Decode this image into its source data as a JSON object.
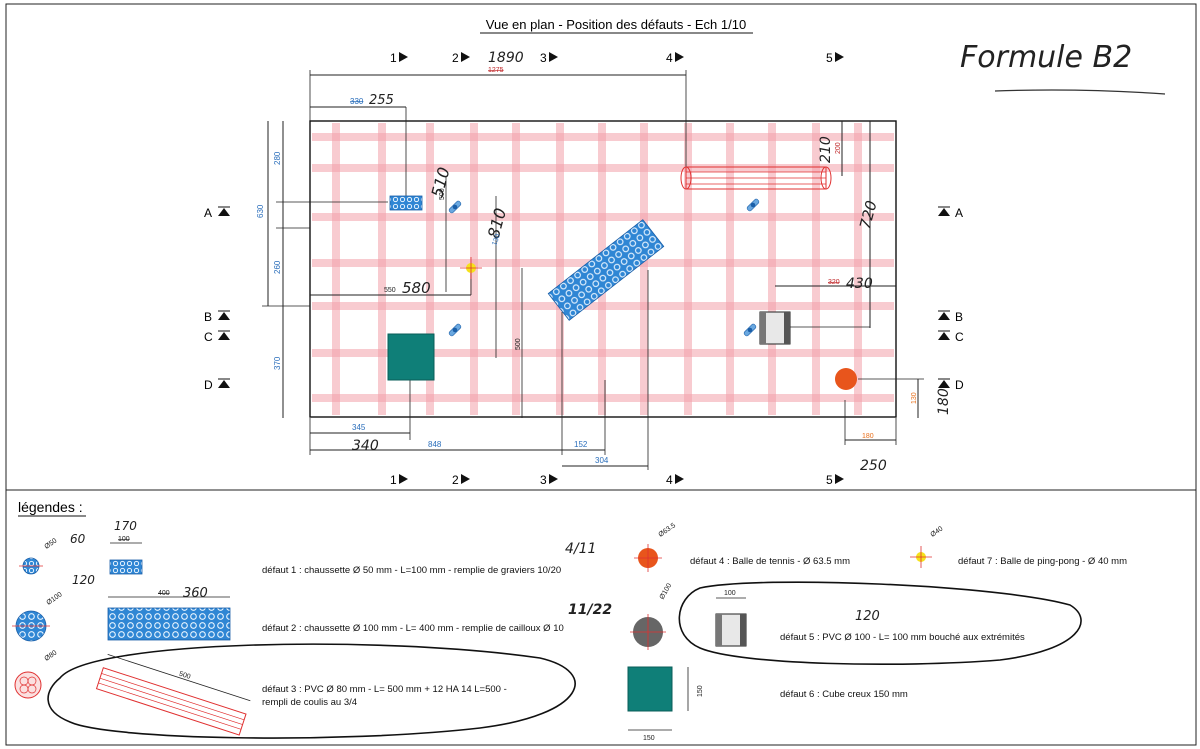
{
  "title": "Vue en plan - Position des défauts - Ech 1/10",
  "handwritten_title": "Formule B2",
  "markers": {
    "top": [
      "1",
      "2",
      "3",
      "4",
      "5"
    ],
    "bottom": [
      "1",
      "2",
      "3",
      "4",
      "5"
    ],
    "left": [
      "A",
      "B",
      "C",
      "D"
    ],
    "right": [
      "A",
      "B",
      "C",
      "D"
    ]
  },
  "dimensions": {
    "overall_printed": "1275",
    "overall_hand": "1890",
    "d330": "330",
    "d330_hand": "255",
    "d510_hand": "510",
    "d500a": "500",
    "d280": "280",
    "d630": "630",
    "d260": "260",
    "d370": "370",
    "d810_hand": "810",
    "d130_hand": "130",
    "d550": "550",
    "d550_hand": "580",
    "d500b": "500",
    "d345": "345",
    "d345_hand": "340",
    "d848": "848",
    "d152": "152",
    "d304": "304",
    "d200": "200",
    "d200_hand": "210",
    "d320": "320",
    "d320_hand": "430",
    "d720_hand": "720",
    "d130b": "130",
    "d130b_hand": "180",
    "d180": "180",
    "d250_hand": "250"
  },
  "legend": {
    "heading": "légendes :",
    "d1_text": "défaut 1 : chaussette Ø 50 mm - L=100 mm - remplie de graviers 10/20",
    "d1_note": "4/11",
    "d1_dia": "Ø50",
    "d1_dia_hand": "60",
    "d1_len": "100",
    "d1_len_hand": "170",
    "d2_text": "défaut 2 : chaussette Ø 100 mm - L= 400 mm - remplie de cailloux Ø 10",
    "d2_note": "11/22",
    "d2_dia": "Ø100",
    "d2_dia_hand": "120",
    "d2_len": "400",
    "d2_len_hand": "360",
    "d3_text_line1": "défaut 3 : PVC Ø 80 mm - L= 500 mm + 12 HA 14 L=500 -",
    "d3_text_line2": "rempli de coulis au 3/4",
    "d3_dia": "Ø80",
    "d3_len": "500",
    "d4_text": "défaut 4 : Balle de tennis - Ø 63.5 mm",
    "d4_dia": "Ø63.5",
    "d5_text": "défaut 5 : PVC Ø 100 - L= 100 mm bouché aux extrémités",
    "d5_dia": "Ø100",
    "d5_len": "100",
    "d5_hand": "120",
    "d6_text": "défaut 6 : Cube creux 150 mm",
    "d6_w": "150",
    "d6_h": "150",
    "d7_text": "défaut 7 : Balle de ping-pong - Ø 40 mm",
    "d7_dia": "Ø40"
  },
  "colors": {
    "rebar": "#f2a0aa",
    "dim_blue": "#2a6ebb",
    "defect_blue": "#2f86d4",
    "cube_teal": "#0f7f78",
    "tennis_orange": "#e8551c",
    "pingpong_yellow": "#f5e21a",
    "pvc_red": "#e03030",
    "hand_red": "#c0282a"
  }
}
